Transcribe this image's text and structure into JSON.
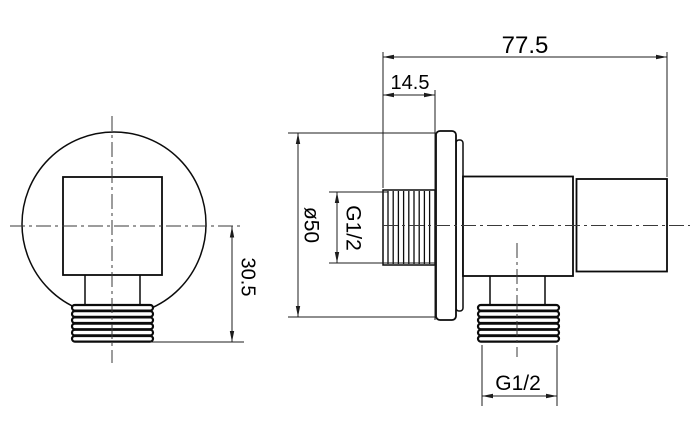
{
  "drawing": {
    "type": "technical-drawing",
    "subject": "wall-mounted shower outlet elbow, front and side orthographic views",
    "background_color": "#ffffff",
    "line_color": "#0b0b0b",
    "dimensions": {
      "overall_length": "77.5",
      "wall_thread_length": "14.5",
      "flange_diameter": "ø50",
      "wall_thread_size": "G1/2",
      "outlet_drop": "30.5",
      "outlet_thread_size": "G1/2"
    }
  }
}
